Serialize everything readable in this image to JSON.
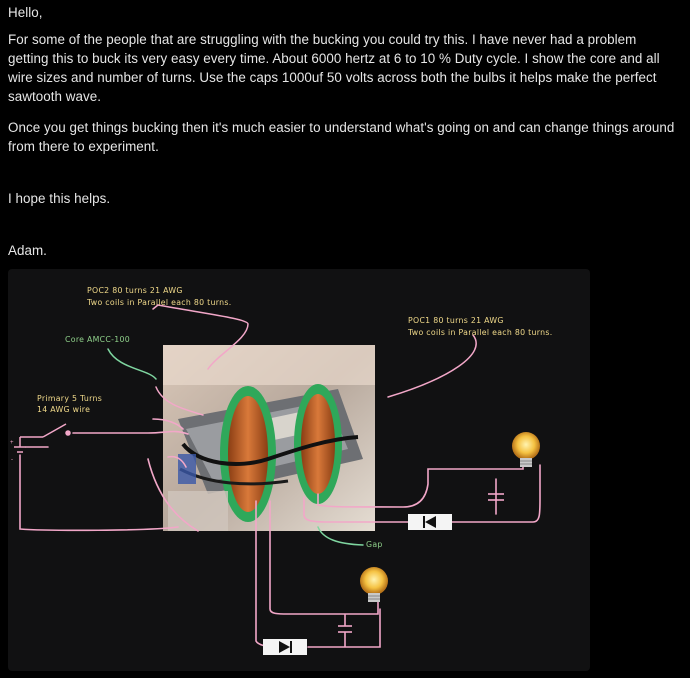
{
  "post": {
    "greeting": "Hello,",
    "paragraph1": "For some of the people that are struggling with the bucking you could try this. I have never had a problem getting this to buck its very easy every time. About 6000 hertz at 6 to 10 % Duty cycle. I show the core and all wire sizes and number of turns. Use the caps 1000uf 50 volts across both the bulbs it helps make the perfect sawtooth wave.",
    "paragraph2": "Once you get things bucking then it's much easier to understand what's going on and can change things around from there to experiment.",
    "paragraph3": "I hope this helps.",
    "signoff": "Adam."
  },
  "figure": {
    "label_poc2_line1": "POC2 80 turns 21 AWG",
    "label_poc2_line2": "Two coils in Parallel each 80 turns.",
    "label_poc1_line1": "POC1 80 turns 21 AWG",
    "label_poc1_line2": "Two coils in Parallel each 80 turns.",
    "label_core": "Core AMCC-100",
    "label_primary_line1": "Primary 5 Turns",
    "label_primary_line2": "14 AWG wire",
    "label_gap": "Gap"
  },
  "colors": {
    "background": "#000000",
    "text": "#e6e6e6",
    "figure_bg": "#111112",
    "wire_pink": "#f2a7c8",
    "label_yellow": "#f0d98a",
    "label_green": "#8fd08a",
    "arrow_green": "#7fd6a0",
    "coil_copper": "#c8682e",
    "bobbin_green": "#3fbf6a"
  },
  "icons": [
    "light-bulb-icon",
    "diode-icon",
    "capacitor-icon",
    "switch-icon",
    "battery-icon"
  ]
}
